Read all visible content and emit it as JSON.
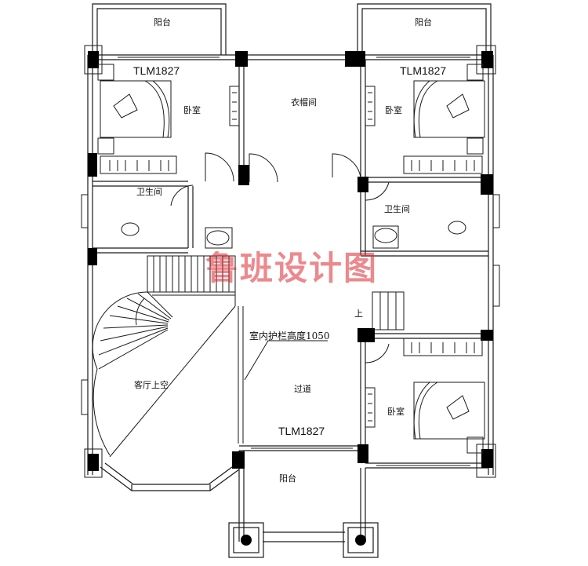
{
  "rooms": {
    "balcony_top_left": "阳台",
    "balcony_top_right": "阳台",
    "balcony_bottom": "阳台",
    "bedroom_nw": "卧室",
    "bedroom_ne": "卧室",
    "bedroom_se": "卧室",
    "closet": "衣帽间",
    "bath_west": "卫生间",
    "bath_east": "卫生间",
    "living_void": "客厅上空",
    "corridor": "过道"
  },
  "windows": {
    "nw": "TLM1827",
    "ne": "TLM1827",
    "south": "TLM1827"
  },
  "annotations": {
    "railing": "室内护栏高度1050",
    "stair_up": "上"
  },
  "watermark": "鲁班设计图",
  "colors": {
    "wall": "#000000",
    "line": "#1a1a1a",
    "watermark": "#dc2832"
  }
}
